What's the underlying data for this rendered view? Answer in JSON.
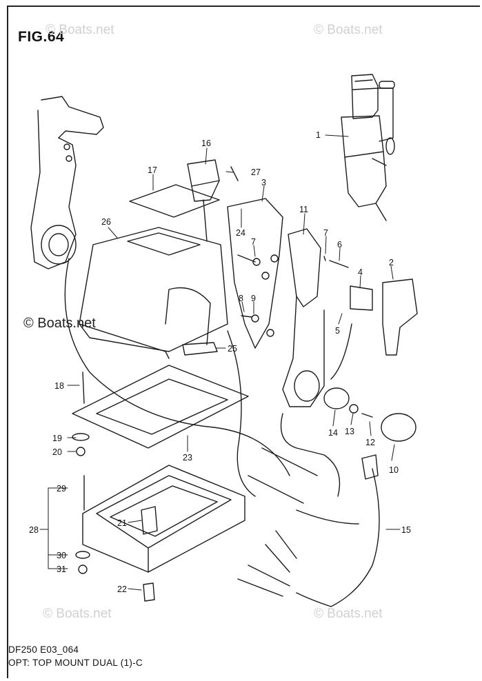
{
  "figure": {
    "title": "FIG.64",
    "model_code": "DF250 E03_064",
    "caption": "OPT: TOP MOUNT DUAL (1)-C"
  },
  "watermarks": {
    "faint": "© Boats.net",
    "dark": "© Boats.net"
  },
  "callouts": [
    "1",
    "2",
    "3",
    "4",
    "5",
    "6",
    "7",
    "7",
    "8",
    "9",
    "10",
    "11",
    "12",
    "13",
    "14",
    "15",
    "16",
    "17",
    "18",
    "19",
    "20",
    "21",
    "22",
    "23",
    "24",
    "25",
    "26",
    "27",
    "28",
    "29",
    "30",
    "31"
  ]
}
